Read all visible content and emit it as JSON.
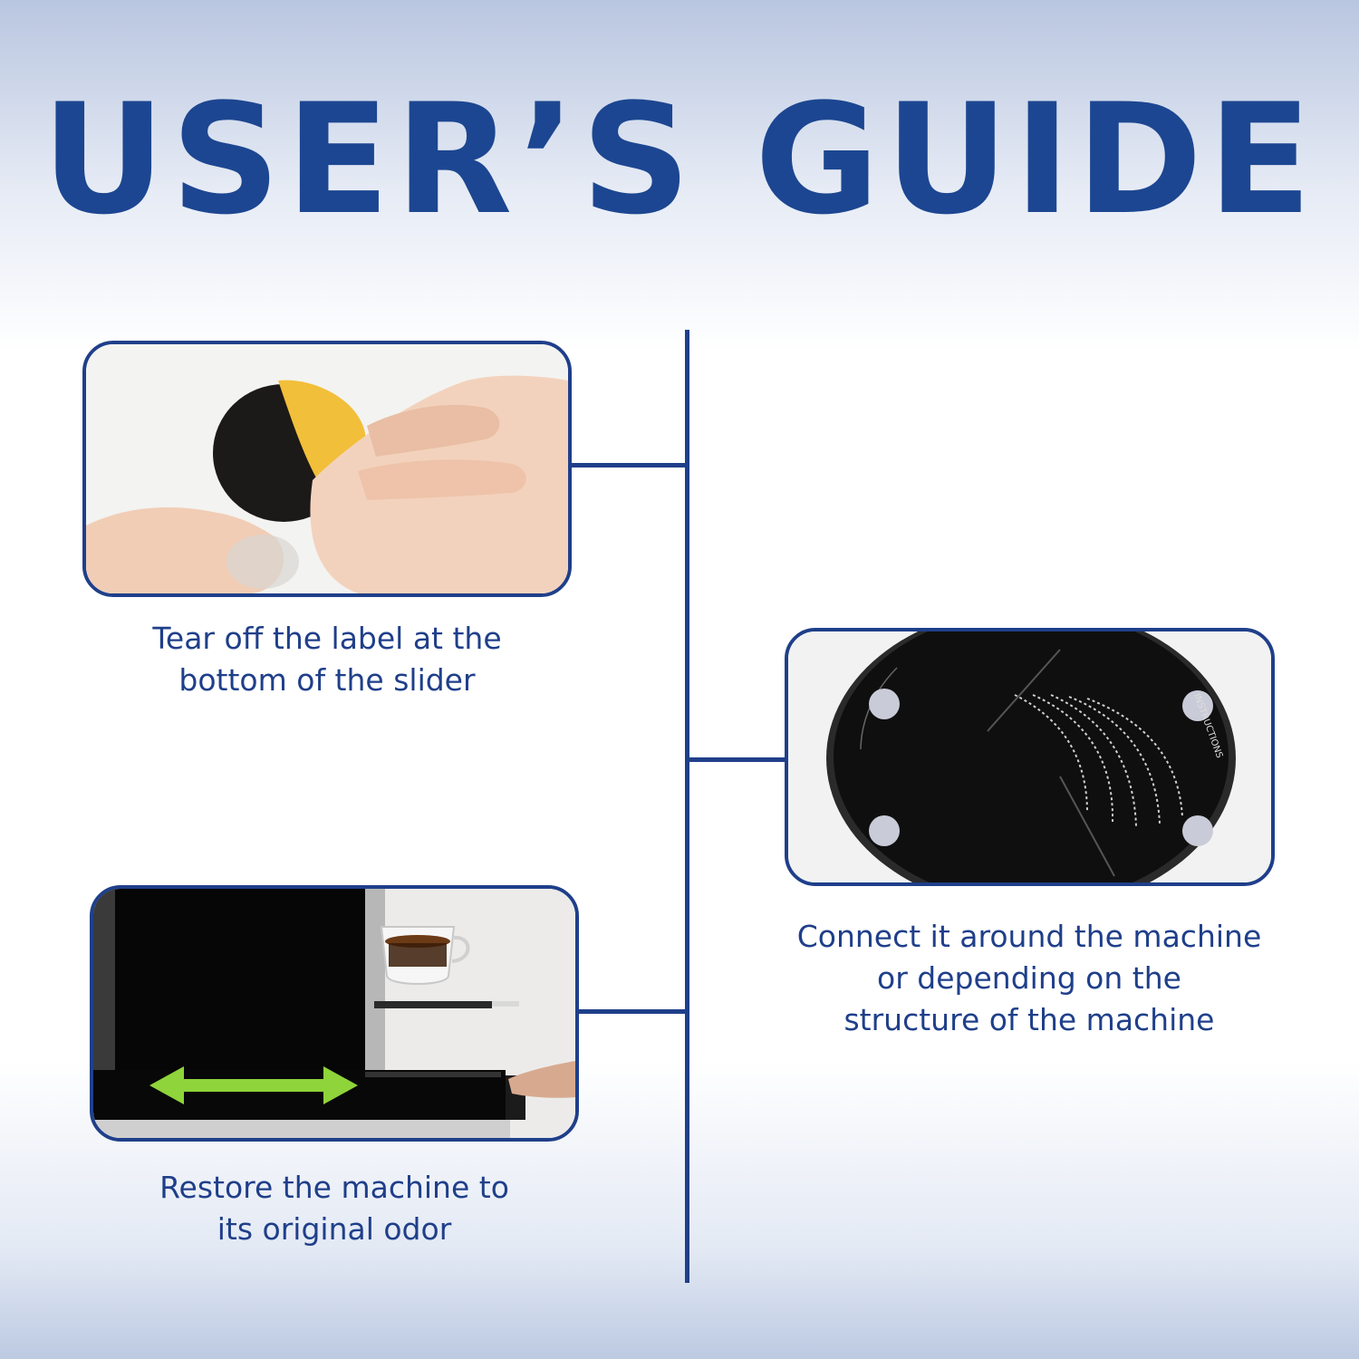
{
  "title": "USER’S GUIDE",
  "steps": [
    {
      "lines": [
        "Tear off the label at the",
        "bottom of the slider"
      ]
    },
    {
      "lines": [
        "Connect it around the machine",
        "or depending on the",
        "structure of the machine"
      ],
      "disc_text": "INSTRUCTIONS"
    },
    {
      "lines": [
        "Restore the machine to",
        "its original odor"
      ]
    }
  ],
  "colors": {
    "accent": "#1f3f8a",
    "title": "#1c4691",
    "arrow": "#8fd43a",
    "label_yellow": "#f2bf3a"
  }
}
